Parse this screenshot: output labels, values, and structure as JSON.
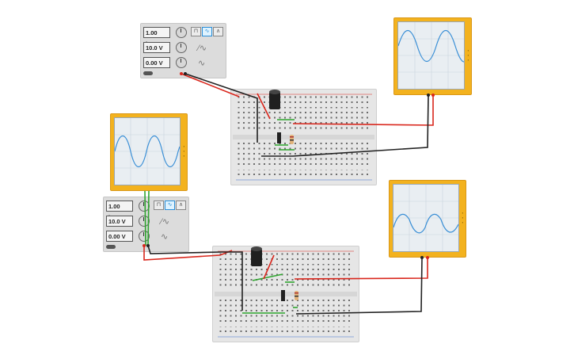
{
  "generators": [
    {
      "frequency": "1.00 kHz",
      "amplitude": "10.0 V",
      "offset": "0.00 V",
      "waveforms": [
        "square",
        "sine",
        "triangle"
      ],
      "selected_waveform": "sine"
    },
    {
      "frequency": "1.00 kHz",
      "amplitude": "10.0 V",
      "offset": "0.00 V",
      "waveforms": [
        "square",
        "sine",
        "triangle"
      ],
      "selected_waveform": "sine"
    }
  ],
  "oscilloscopes": [
    {
      "trace": "sine",
      "trace_color": "#3a8fd6"
    },
    {
      "trace": "sine",
      "trace_color": "#3a8fd6"
    },
    {
      "trace": "sine",
      "trace_color": "#3a8fd6"
    }
  ],
  "colors": {
    "wire_red": "#d9261c",
    "wire_black": "#222222",
    "wire_green": "#2fa52f",
    "scope_frame": "#f3b21e",
    "rail_red": "#d9261c",
    "rail_blue": "#3b6fd0"
  },
  "icons": {
    "capacitor": "capacitor-icon",
    "resistor": "resistor-icon",
    "diode": "diode-icon"
  }
}
